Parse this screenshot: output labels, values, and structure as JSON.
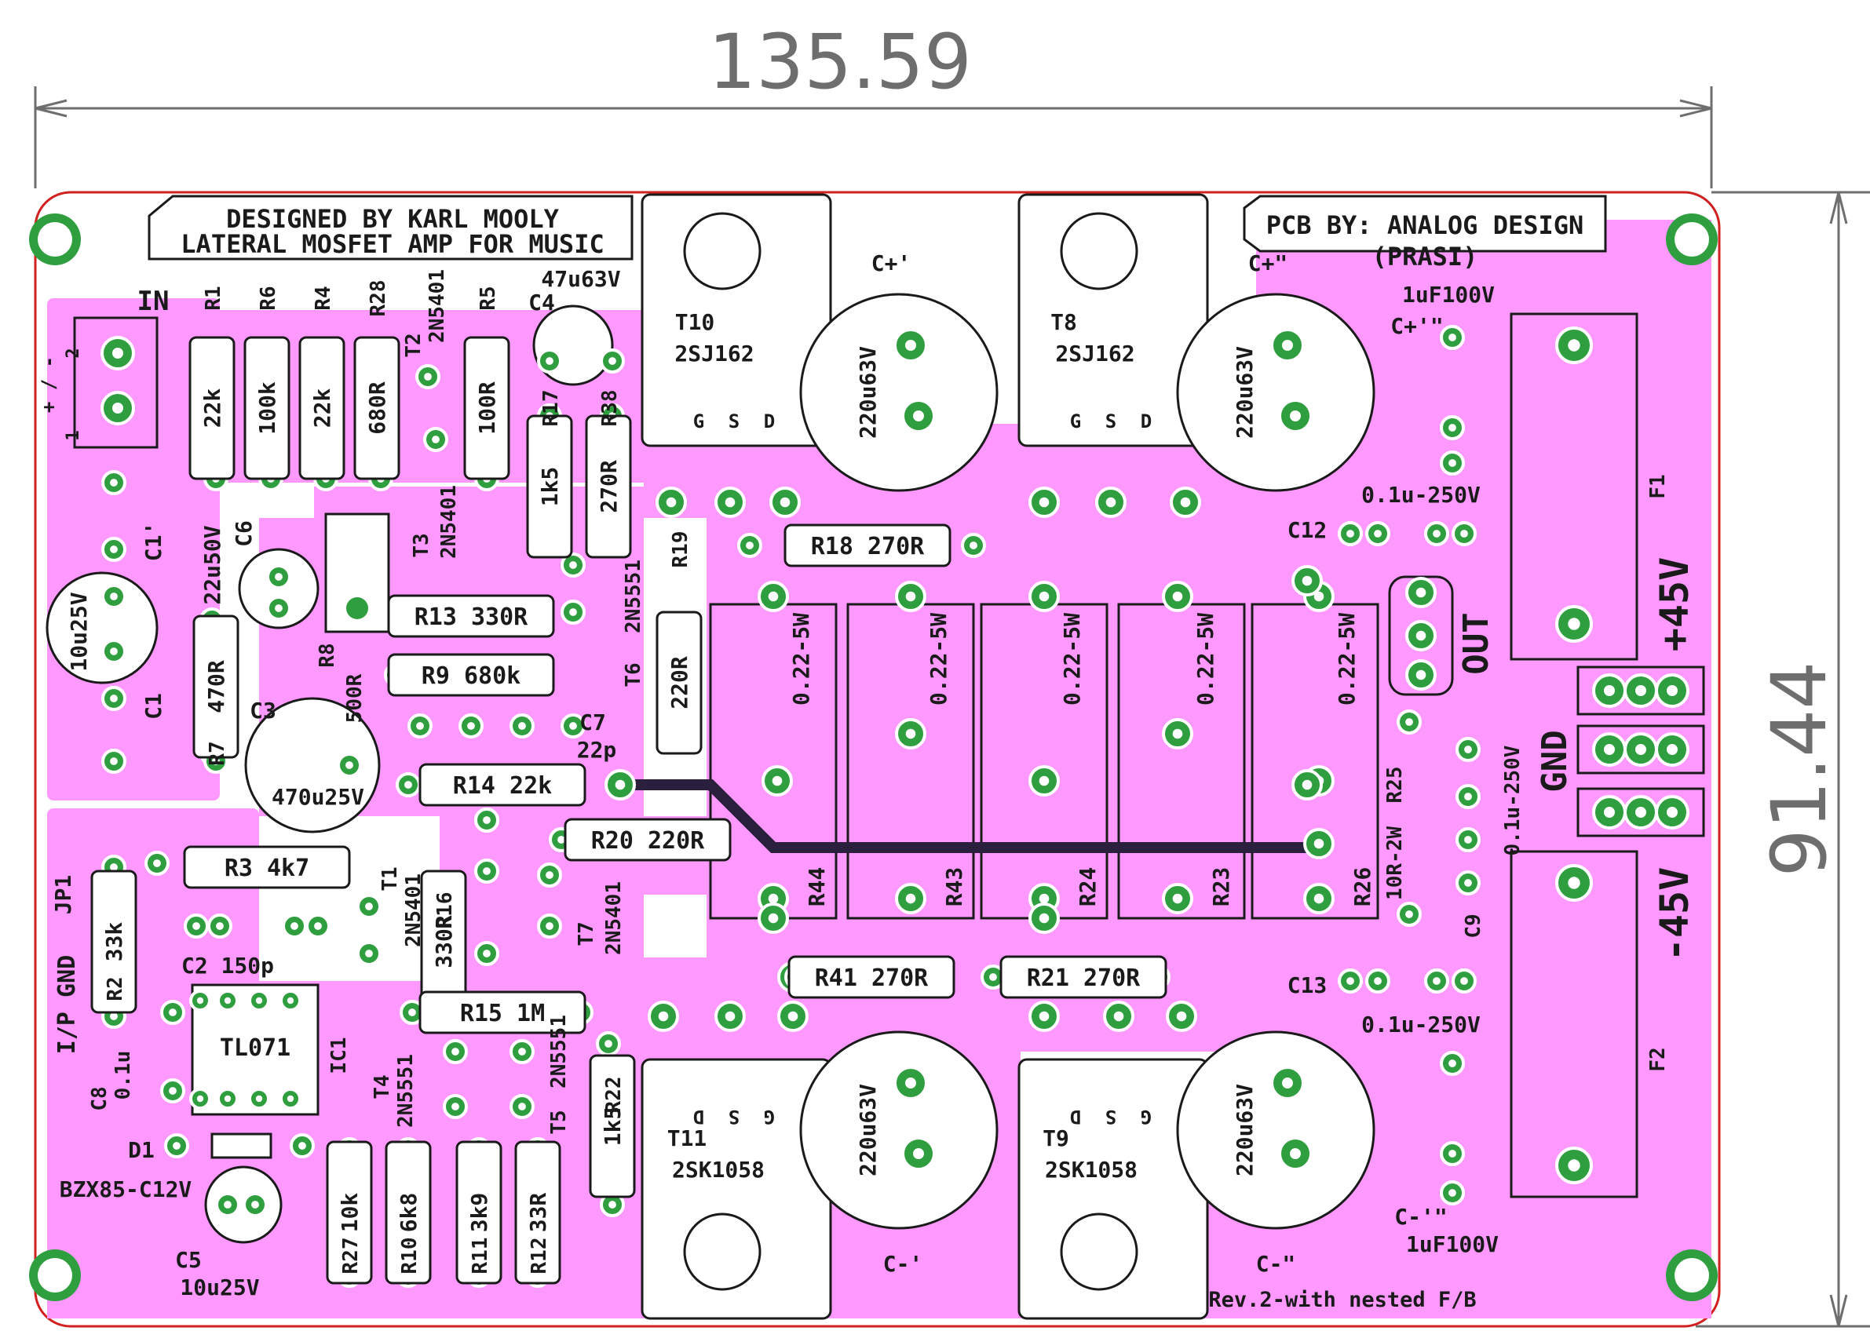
{
  "dimensions": {
    "width_label": "135.59",
    "height_label": "91.44"
  },
  "colors": {
    "copper": "#ff99ff",
    "pad": "#2e9e3e",
    "trace": "#2a1f3d",
    "silk": "#1a1a1a",
    "edge": "#d22020",
    "dim": "#6e6e6e"
  },
  "credits": {
    "designer_line1": "DESIGNED BY KARL MOOLY",
    "designer_line2": "LATERAL MOSFET AMP FOR MUSIC",
    "pcb_line1": "PCB BY: ANALOG DESIGN",
    "pcb_line2": "(PRASI)",
    "revision": "Rev.2-with nested F/B"
  },
  "connectors": {
    "in": "IN",
    "in_pins": "+ / -",
    "out": "OUT",
    "plus45": "+45V",
    "gnd": "GND",
    "minus45": "-45V",
    "ip_gnd": "I/P GND",
    "jp1": "JP1",
    "f1": "F1",
    "f2": "F2"
  },
  "resistors": [
    {
      "ref": "R1",
      "val": "22k"
    },
    {
      "ref": "R6",
      "val": "100k"
    },
    {
      "ref": "R4",
      "val": "22k"
    },
    {
      "ref": "R28",
      "val": "680R"
    },
    {
      "ref": "R5",
      "val": "100R"
    },
    {
      "ref": "R17",
      "val": "1k5"
    },
    {
      "ref": "R38",
      "val": "270R"
    },
    {
      "ref": "R18",
      "val": "270R"
    },
    {
      "ref": "R13",
      "val": "330R"
    },
    {
      "ref": "R9",
      "val": "680k"
    },
    {
      "ref": "R19",
      "val": "220R"
    },
    {
      "ref": "R7",
      "val": "470R"
    },
    {
      "ref": "R8",
      "val": "500R"
    },
    {
      "ref": "R14",
      "val": "22k"
    },
    {
      "ref": "R3",
      "val": "4k7"
    },
    {
      "ref": "R20",
      "val": "220R"
    },
    {
      "ref": "R2",
      "val": "33k"
    },
    {
      "ref": "R16",
      "val": "330R"
    },
    {
      "ref": "R15",
      "val": "1M"
    },
    {
      "ref": "R41",
      "val": "270R"
    },
    {
      "ref": "R21",
      "val": "270R"
    },
    {
      "ref": "R22",
      "val": "1k5"
    },
    {
      "ref": "R27",
      "val": "10k"
    },
    {
      "ref": "R10",
      "val": "6k8"
    },
    {
      "ref": "R11",
      "val": "3k9"
    },
    {
      "ref": "R12",
      "val": "33R"
    },
    {
      "ref": "R25",
      "val": "10R-2W"
    },
    {
      "ref": "R44",
      "val": "0.22-5W"
    },
    {
      "ref": "R43",
      "val": "0.22-5W"
    },
    {
      "ref": "R24",
      "val": "0.22-5W"
    },
    {
      "ref": "R23",
      "val": "0.22-5W"
    },
    {
      "ref": "R26",
      "val": "0.22-5W"
    }
  ],
  "capacitors": [
    {
      "ref": "C4",
      "val": "47u63V"
    },
    {
      "ref": "C+'",
      "val": "220u63V"
    },
    {
      "ref": "C+\"",
      "val": "220u63V"
    },
    {
      "ref": "C+'\"",
      "val": "1uF100V"
    },
    {
      "ref": "C12",
      "val": "0.1u-250V"
    },
    {
      "ref": "C1",
      "val": "10u25V"
    },
    {
      "ref": "C1'",
      "val": ""
    },
    {
      "ref": "C6",
      "val": "22u50V"
    },
    {
      "ref": "C3",
      "val": "470u25V"
    },
    {
      "ref": "C7",
      "val": "22p"
    },
    {
      "ref": "C2",
      "val": "150p"
    },
    {
      "ref": "C8",
      "val": "0.1u"
    },
    {
      "ref": "C5",
      "val": "10u25V"
    },
    {
      "ref": "C13",
      "val": "0.1u-250V"
    },
    {
      "ref": "C9",
      "val": "0.1u-250V"
    },
    {
      "ref": "C-'",
      "val": "220u63V"
    },
    {
      "ref": "C-\"",
      "val": "220u63V"
    },
    {
      "ref": "C-'\"",
      "val": "1uF100V"
    }
  ],
  "transistors": [
    {
      "ref": "T10",
      "val": "2SJ162"
    },
    {
      "ref": "T8",
      "val": "2SJ162"
    },
    {
      "ref": "T11",
      "val": "2SK1058"
    },
    {
      "ref": "T9",
      "val": "2SK1058"
    },
    {
      "ref": "T2",
      "val": "2N5401"
    },
    {
      "ref": "T3",
      "val": "2N5401"
    },
    {
      "ref": "T6",
      "val": "2N5551"
    },
    {
      "ref": "T1",
      "val": "2N5401"
    },
    {
      "ref": "T7",
      "val": "2N5401"
    },
    {
      "ref": "T4",
      "val": "2N5551"
    },
    {
      "ref": "T5",
      "val": "2N5551"
    }
  ],
  "pins": {
    "g": "G",
    "s": "S",
    "d": "D",
    "one": "1",
    "two": "2"
  },
  "ics": [
    {
      "ref": "IC1",
      "val": "TL071"
    }
  ],
  "diodes": [
    {
      "ref": "D1",
      "val": "BZX85-C12V"
    }
  ]
}
